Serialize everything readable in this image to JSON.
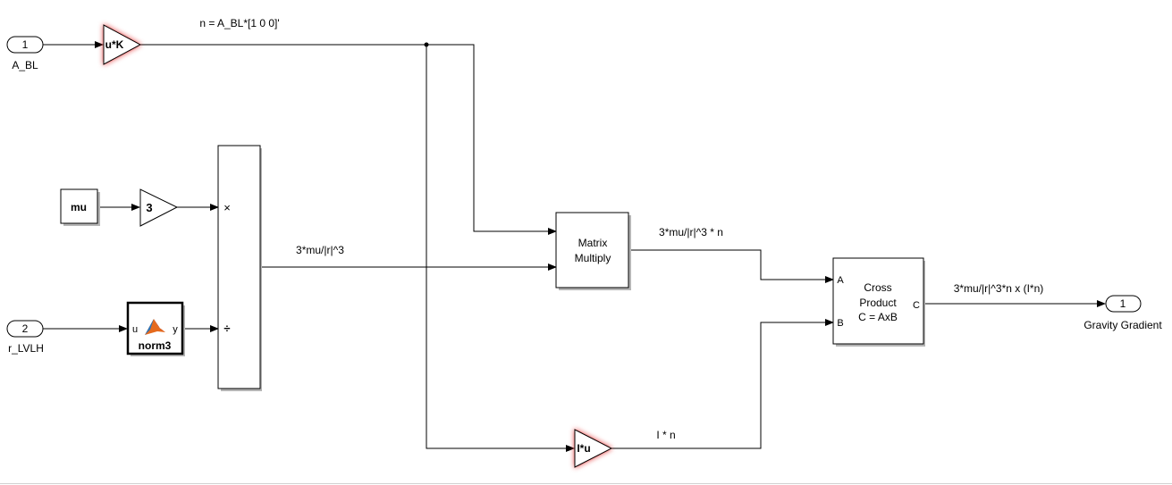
{
  "inports": [
    {
      "number": "1",
      "name": "A_BL"
    },
    {
      "number": "2",
      "name": "r_LVLH"
    }
  ],
  "outports": [
    {
      "number": "1",
      "name": "Gravity Gradient"
    }
  ],
  "blocks": {
    "gain_ab": {
      "label": "u*K"
    },
    "gain_3": {
      "label": "3"
    },
    "constant_mu": {
      "label": "mu"
    },
    "norm3": {
      "name": "norm3",
      "in_port": "u",
      "out_port": "y"
    },
    "product": {
      "in1_sign": "×",
      "in2_sign": "÷"
    },
    "matrix_multiply": {
      "line1": "Matrix",
      "line2": "Multiply"
    },
    "cross_product": {
      "line1": "Cross",
      "line2": "Product",
      "line3": "C = AxB",
      "port_a": "A",
      "port_b": "B",
      "port_c": "C"
    },
    "gain_i": {
      "label": "I*u"
    }
  },
  "signals": {
    "n": "n = A_BL*[1 0 0]'",
    "three_mu": "3*mu/|r|^3",
    "three_mu_n": "3*mu/|r|^3 * n",
    "i_n": "I * n",
    "output": "3*mu/|r|^3*n x (I*n)"
  },
  "highlight_color": "#e02020"
}
